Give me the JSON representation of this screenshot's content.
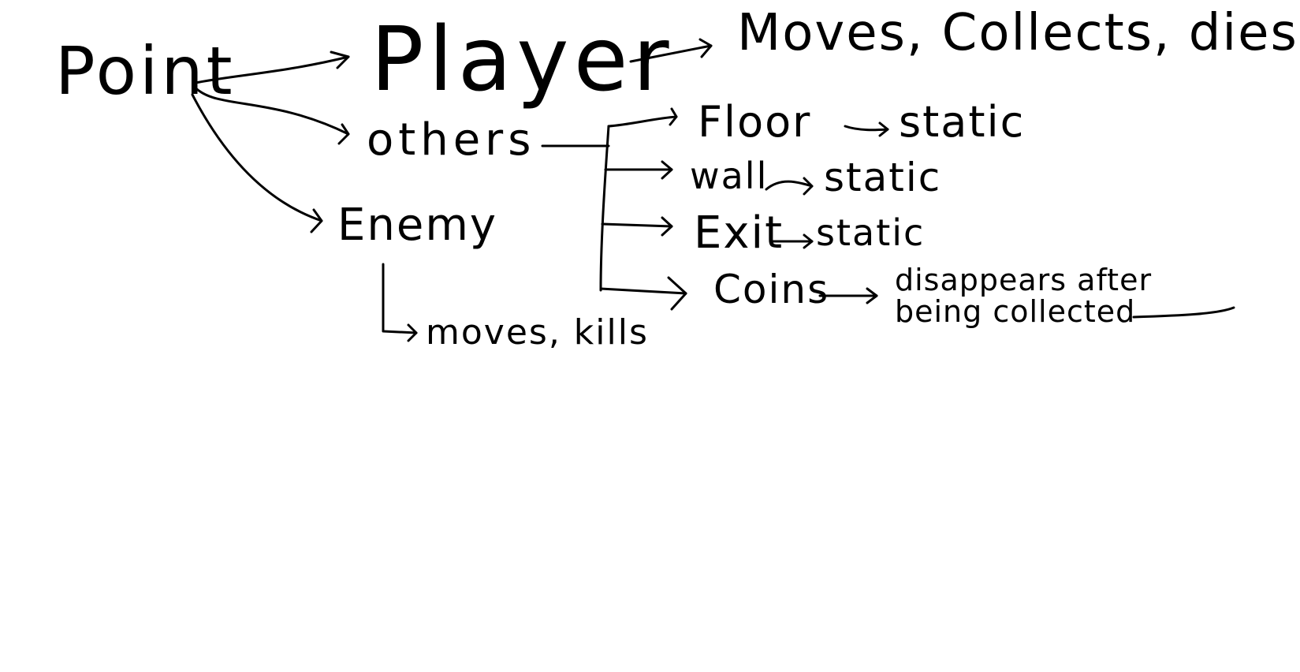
{
  "diagram": {
    "root": {
      "label": "Point"
    },
    "children": [
      {
        "key": "player",
        "label": "Player",
        "description": "Moves, Collects, dies"
      },
      {
        "key": "others",
        "label": "others"
      },
      {
        "key": "enemy",
        "label": "Enemy",
        "description": "moves, kills"
      }
    ],
    "others_children": [
      {
        "key": "floor",
        "label": "Floor",
        "description": "static"
      },
      {
        "key": "wall",
        "label": "wall",
        "description": "static"
      },
      {
        "key": "exit",
        "label": "Exit",
        "description": "static"
      },
      {
        "key": "coins",
        "label": "Coins",
        "description": "disappears after being collected"
      }
    ]
  },
  "style": {
    "ink": "#000000",
    "background": "#ffffff"
  }
}
